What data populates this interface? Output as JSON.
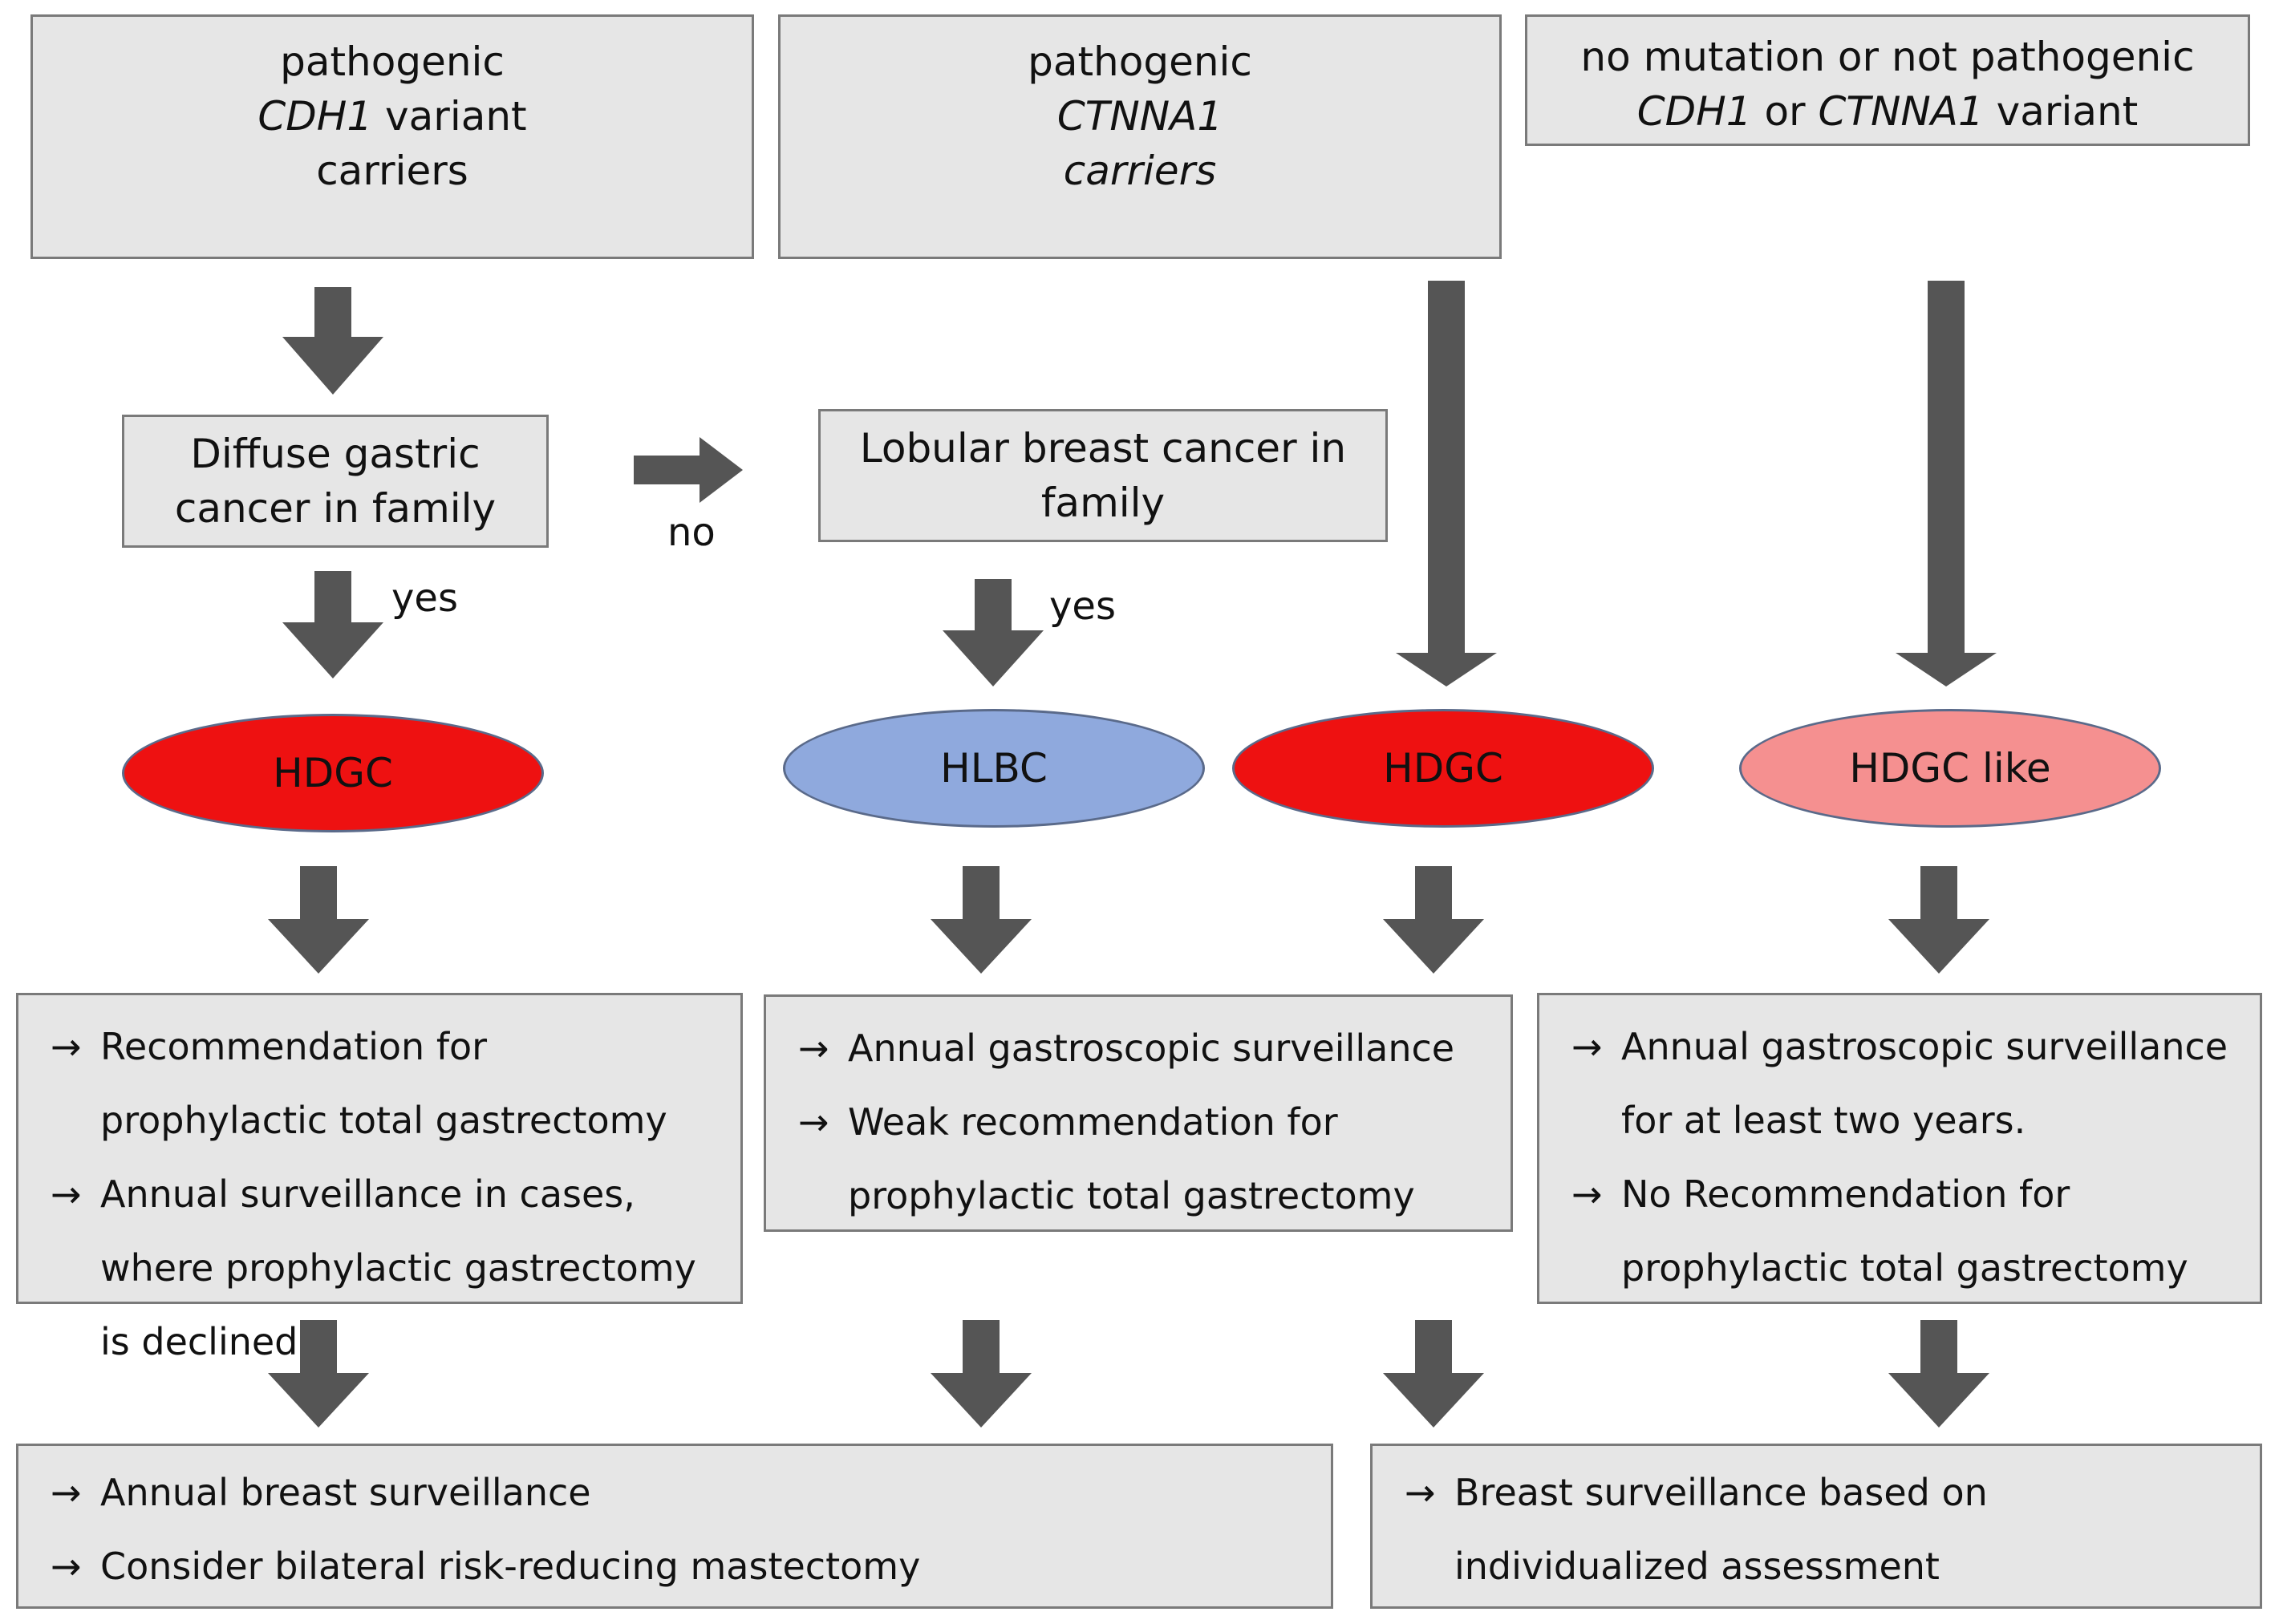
{
  "top": {
    "cdh1": {
      "line1": "pathogenic",
      "line2_italic": "CDH1",
      "line2_rest": " variant",
      "line3": "carriers"
    },
    "ctnna1": {
      "line1": "pathogenic",
      "line2_italic": "CTNNA1",
      "line3_italic": "carriers"
    },
    "none": {
      "line1": "no mutation or not pathogenic",
      "line2_a_italic": "CDH1",
      "line2_b": " or ",
      "line2_c_italic": "CTNNA1",
      "line2_d": " variant"
    }
  },
  "decisions": {
    "diffuse": "Diffuse gastric cancer in family",
    "lobular": "Lobular breast cancer in family",
    "no_label": "no",
    "yes_left": "yes",
    "yes_mid": "yes"
  },
  "outcomes": {
    "hdgc_left": "HDGC",
    "hlbc": "HLBC",
    "hdgc_mid": "HDGC",
    "hdgc_like": "HDGC like"
  },
  "recommendations": {
    "left": [
      "Recommendation for prophylactic total gastrectomy",
      "Annual surveillance in cases, where prophylactic gastrectomy is declined"
    ],
    "middle": [
      "Annual gastroscopic  surveillance",
      "Weak recommendation for prophylactic total gastrectomy"
    ],
    "right": [
      "Annual gastroscopic  surveillance for at least two years.",
      "No Recommendation for prophylactic total gastrectomy"
    ]
  },
  "breast": {
    "left": [
      "Annual breast  surveillance",
      "Consider bilateral risk-reducing mastectomy"
    ],
    "right": [
      "Breast  surveillance based on individualized assessment"
    ]
  },
  "colors": {
    "box_fill": "#e6e6e6",
    "box_border": "#7a7a7a",
    "arrow": "#555555",
    "hdgc": "#ee1111",
    "hlbc": "#8fa9dd",
    "hdgc_like": "#f59090"
  },
  "icons": {
    "bullet": "right-arrow-icon",
    "flow_arrow": "block-arrow-down-icon"
  }
}
